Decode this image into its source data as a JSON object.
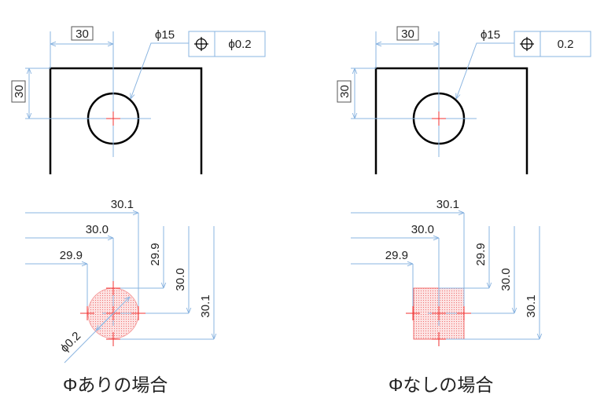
{
  "panels": [
    {
      "id": "with-phi",
      "zone_shape": "circle",
      "dim_x": "30",
      "dim_y": "30",
      "hole_label": "ϕ15",
      "fcf_symbol": "position-icon",
      "fcf_tolerance": "ϕ0.2",
      "h_dims": [
        "30.1",
        "30.0",
        "29.9"
      ],
      "v_dims": [
        "29.9",
        "30.0",
        "30.1"
      ],
      "zone_label": "ϕ0.2",
      "caption": "Φありの場合"
    },
    {
      "id": "without-phi",
      "zone_shape": "square",
      "dim_x": "30",
      "dim_y": "30",
      "hole_label": "ϕ15",
      "fcf_symbol": "position-icon",
      "fcf_tolerance": "0.2",
      "h_dims": [
        "30.1",
        "30.0",
        "29.9"
      ],
      "v_dims": [
        "29.9",
        "30.0",
        "30.1"
      ],
      "caption": "Φなしの場合"
    }
  ],
  "colors": {
    "dimension": "#8ab4e0",
    "zone": "#f03030",
    "part": "#000000"
  }
}
